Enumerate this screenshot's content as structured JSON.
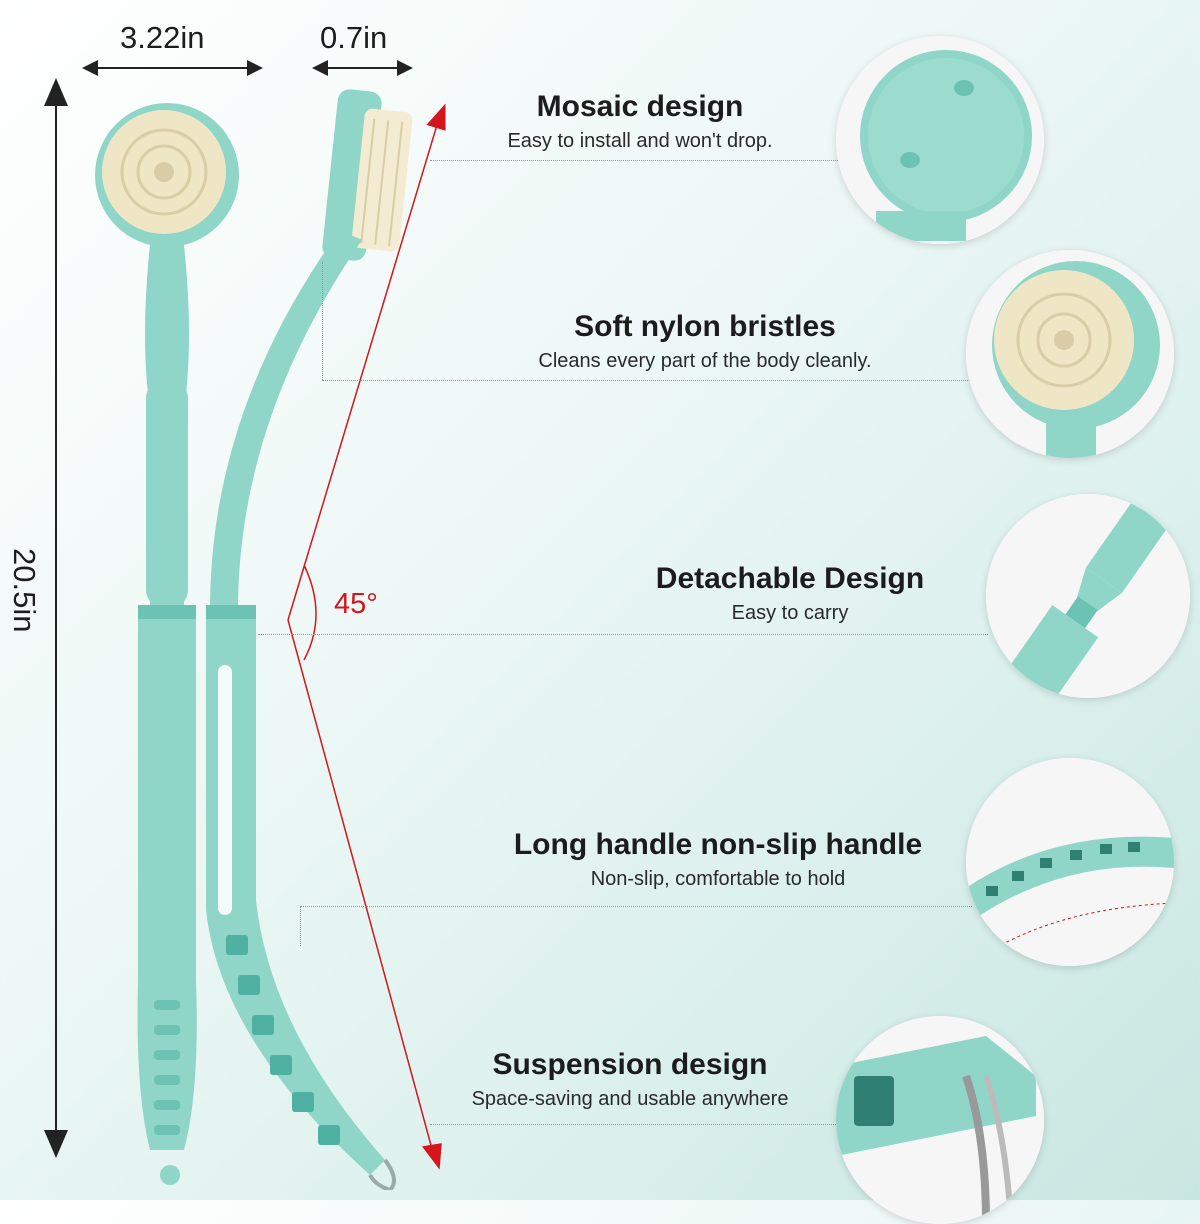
{
  "dimensions": {
    "width_label": "3.22in",
    "thickness_label": "0.7in",
    "length_label": "20.5in",
    "angle_label": "45°"
  },
  "features": [
    {
      "title": "Mosaic design",
      "subtitle": "Easy to install and won't drop."
    },
    {
      "title": "Soft nylon bristles",
      "subtitle": "Cleans every part of the body cleanly."
    },
    {
      "title": "Detachable Design",
      "subtitle": "Easy to carry"
    },
    {
      "title": "Long handle non-slip handle",
      "subtitle": "Non-slip, comfortable to hold"
    },
    {
      "title": "Suspension design",
      "subtitle": "Space-saving and usable anywhere"
    }
  ],
  "colors": {
    "handle": "#8fd6c9",
    "handle_dark": "#6cc2b3",
    "bristles": "#efe6c6",
    "arrow_red": "#d4161c"
  }
}
